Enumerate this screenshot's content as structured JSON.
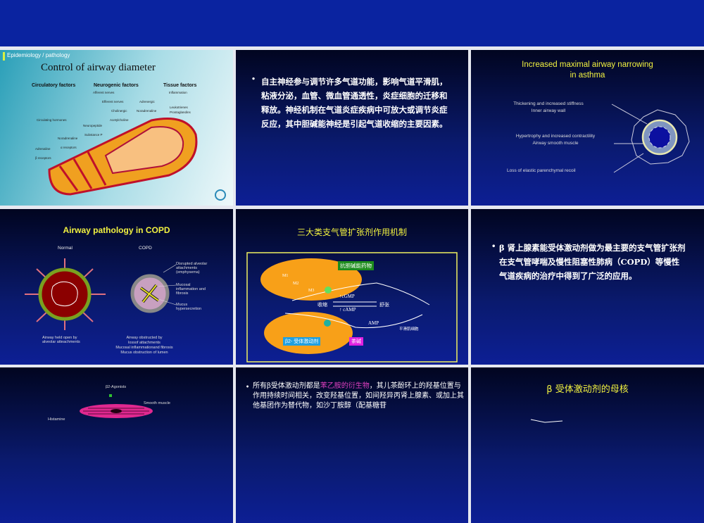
{
  "slides": [
    {
      "tag": "Epidemiology / pathology",
      "title": "Control of airway diameter",
      "headers": [
        "Circulatory factors",
        "Neurogenic factors",
        "Tissue factors"
      ],
      "labels": [
        "Afferent nerves",
        "Inflammation",
        "Efferent nerves",
        "Adrenergic",
        "Cholinergic",
        "Noradrenaline",
        "Leukotrienes",
        "Prostaglandins",
        "Acetylcholine",
        "Circulating hormones",
        "Neuropeptide",
        "Substance P",
        "Noradrenaline",
        "α receptors",
        "Adrenaline",
        "β receptors"
      ]
    },
    {
      "text": "自主神经参与调节许多气道功能，影响气道平滑肌，粘液分泌，血管、微血管通透性，炎症细胞的迁移和释放。神经机制在气道炎症疾病中可放大或调节炎症反应，其中胆碱能神经是引起气道收缩的主要因素。"
    },
    {
      "title_line1": "Increased maximal airway narrowing",
      "title_line2": "in asthma",
      "label1a": "Thickening and increased stiffness",
      "label1b": "Inner airway wall",
      "label2a": "Hypertrophy and increased contractility",
      "label2b": "Airway smooth muscle",
      "label3": "Loss of elastic parenchymal recoil"
    },
    {
      "title": "Airway pathology in COPD",
      "normal": "Normal",
      "copd": "COPD",
      "ann1": "Disrupted alveolar attachments (emphysema)",
      "ann2": "Mucosal inflammation and fibrosis",
      "ann3": "Mucus hypersecretion",
      "normal_caption": "Airway held open by alveolar atteachments",
      "copd_caption": "Airway obstructed by",
      "copd_bullets": [
        "lossof attachments",
        "Mucosal inflammationand fibrosis",
        "Mucus obstruction of lumen"
      ]
    },
    {
      "title": "三大类支气管扩张剂作用机制",
      "anticholinergic": "抗胆碱能药物",
      "m1": "M1",
      "m2": "M2",
      "m3": "M3",
      "cgmp": "↑cGMP",
      "contract": "收缩",
      "relax": "舒张",
      "camp": "↑ cAMP",
      "amp": "AMP",
      "smooth_cell": "平滑肌细胞",
      "beta2": "β2- 受体激动剂",
      "theophylline": "茶碱"
    },
    {
      "text": "β 肾上腺素能受体激动剂做为最主要的支气管扩张剂在支气管哮喘及慢性阻塞性肺病（COPD）等慢性气道疾病的治疗中得到了广泛的应用。"
    },
    {
      "agonists": "β2-Agonists",
      "smooth_muscle": "Smooth muscle",
      "histamine": "Histamine"
    },
    {
      "text_pre": "所有β受体激动剂都是",
      "text_highlight": "苯乙胺的衍生物",
      "text_post": "，其儿茶酚环上的羟基位置与作用持续时间相关，改变羟基位置，如间羟异丙肾上腺素、或加上其他基团作为替代物，如沙丁胺醇（配基糖苷"
    },
    {
      "title": "β 受体激动剂的母核"
    }
  ],
  "colors": {
    "topbar": "#0a23a0",
    "slide_title": "#f2f240",
    "highlight": "#e040c0"
  }
}
